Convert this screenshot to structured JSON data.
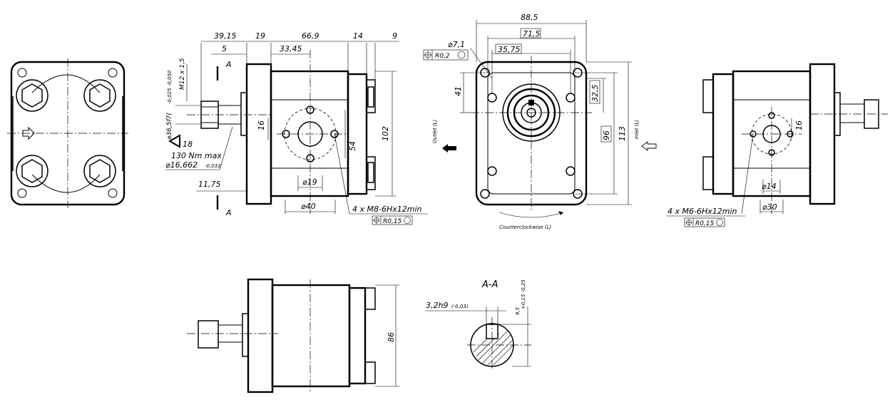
{
  "dimensions": {
    "d39_15": "39,15",
    "d19": "19",
    "d66_9": "66,9",
    "d14": "14",
    "d9": "9",
    "d5": "5",
    "d33_45": "33,45",
    "section_a_top": "A",
    "section_a_bottom": "A",
    "thread": "M12 x 1,5",
    "shaft_dia": "⌀36,5f7(",
    "shaft_tol": "-0,025 -0,050",
    "taper": "18",
    "torque": "130 Nm max",
    "shaft_dia2": "⌀16,662",
    "shaft_dia2_tol": "-0,032",
    "d11_75": "11,75",
    "d16_left": "16",
    "d54": "54",
    "d102": "102",
    "d19_dia": "⌀19",
    "d40_dia": "⌀40",
    "holes_outlet": "4 x M8-6Hx12min",
    "pos_tol_outlet": "R0,15",
    "d88_5": "88,5",
    "d71_5": "71,5",
    "d7_1": "⌀7,1",
    "pos_tol_front": "R0,2",
    "d35_75": "35,75",
    "d41": "41",
    "d32_5": "32,5",
    "d96": "96",
    "d113": "113",
    "outlet": "Outlet (L)",
    "inlet": "Inlet (L)",
    "rotation": "Counterclockwise (L)",
    "d16_right": "16",
    "d14_dia": "⌀14",
    "holes_inlet": "4 x M6-6Hx12min",
    "d30_dia": "⌀30",
    "pos_tol_inlet": "R0,15",
    "d86": "86",
    "section_title": "A-A",
    "key": "3,2h9",
    "key_tol": "(-0,03)",
    "key_depth": "9,5",
    "key_depth_tol": "+0,15 -0,25"
  }
}
